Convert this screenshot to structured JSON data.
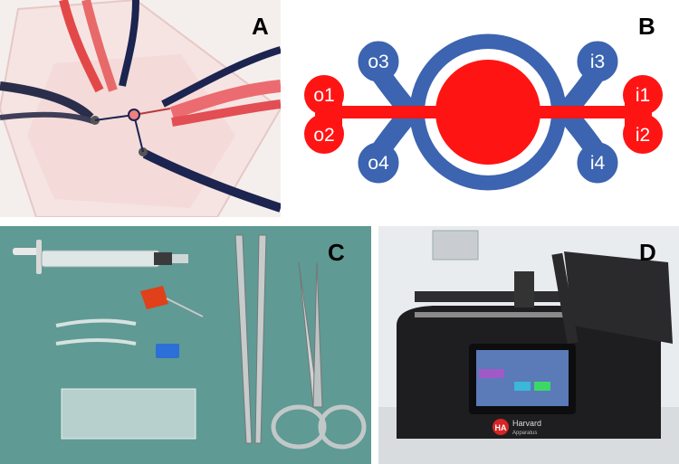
{
  "figure": {
    "panels": [
      {
        "id": "A",
        "label": "A",
        "caption": ""
      },
      {
        "id": "B",
        "label": "B",
        "ports": [
          "o1",
          "o2",
          "o3",
          "o4",
          "i1",
          "i2",
          "i3",
          "i4"
        ]
      },
      {
        "id": "C",
        "label": "C"
      },
      {
        "id": "D",
        "label": "D",
        "brand_lines": [
          "Harvard",
          "Apparatus"
        ],
        "logo_text": "HA"
      }
    ],
    "colors": {
      "channel_red": "#ff1414",
      "chamber_blue": "#3c64b0",
      "drape_green": "#5f9a94",
      "pump_black": "#1e1e20"
    }
  }
}
